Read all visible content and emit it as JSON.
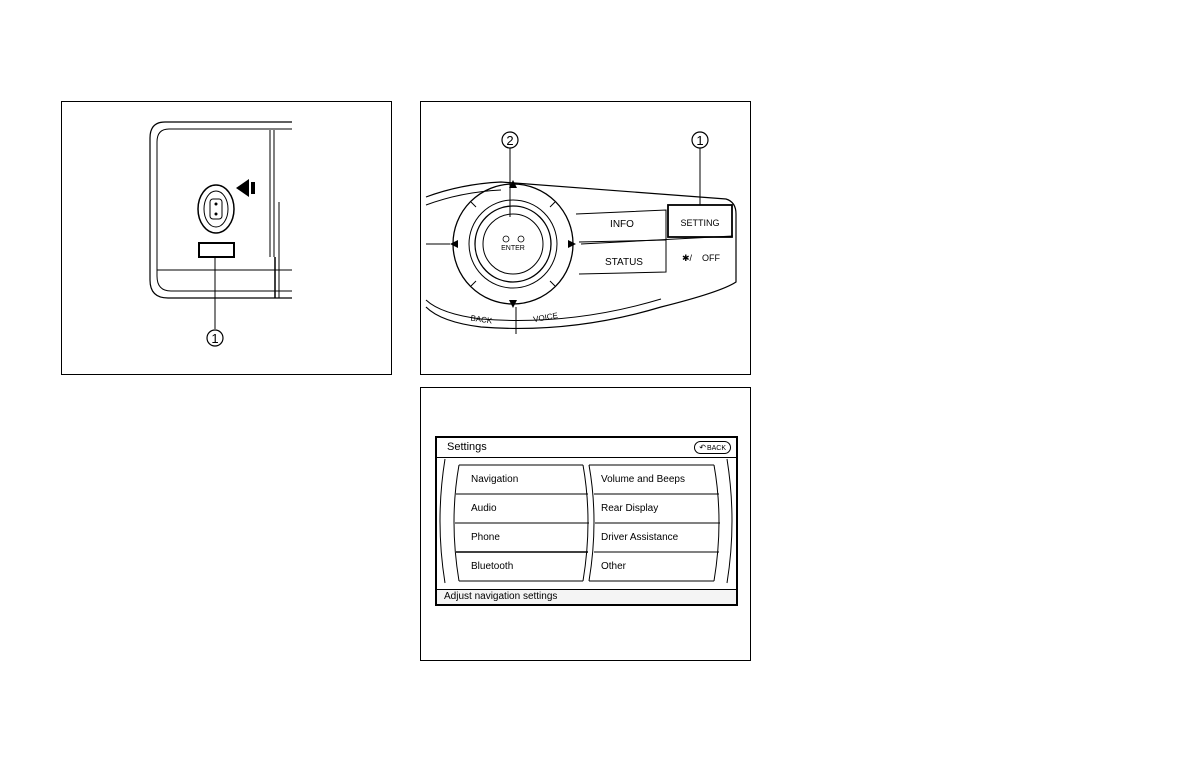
{
  "fig1": {
    "callout": "1"
  },
  "fig2": {
    "callouts": [
      "2",
      "1"
    ],
    "buttons": {
      "info": "INFO",
      "setting": "SETTING",
      "status": "STATUS",
      "off": "OFF",
      "back": "BACK",
      "voice": "VOICE",
      "enter": "ENTER"
    }
  },
  "fig3": {
    "title": "Settings",
    "back_label": "BACK",
    "menu_left": [
      "Navigation",
      "Audio",
      "Phone",
      "Bluetooth"
    ],
    "menu_right": [
      "Volume and Beeps",
      "Rear Display",
      "Driver Assistance",
      "Other"
    ],
    "status": "Adjust navigation settings"
  }
}
